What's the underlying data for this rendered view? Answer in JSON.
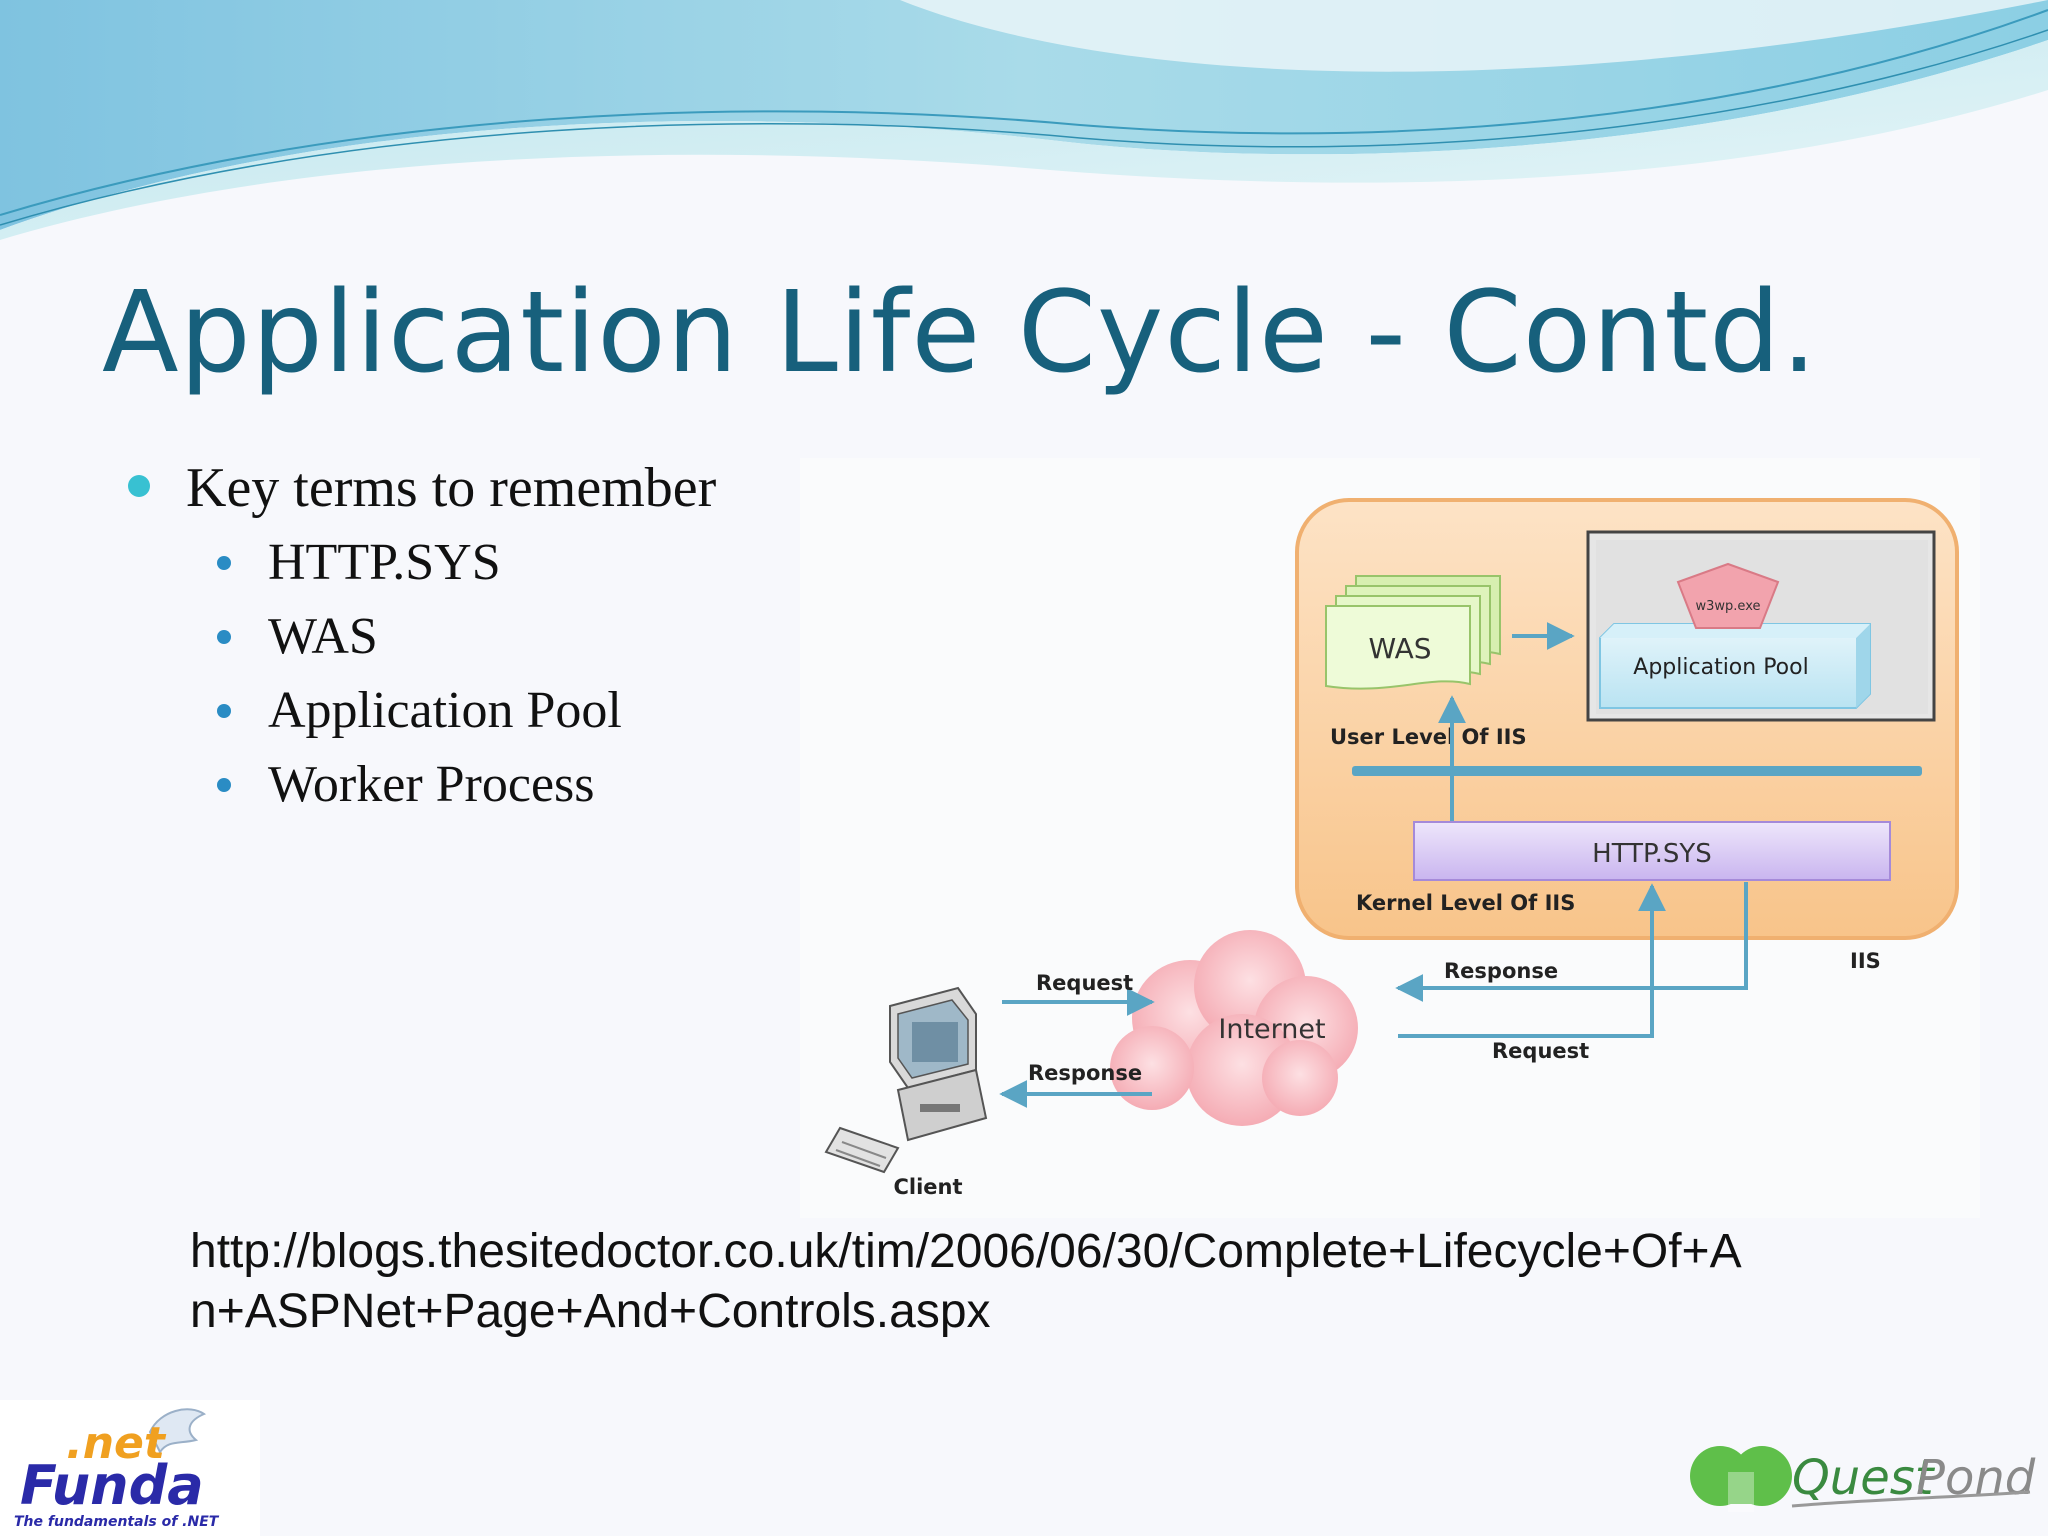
{
  "slide": {
    "title": "Application Life Cycle - Contd.",
    "bullet_main": "Key terms to remember",
    "sub_bullets": [
      "HTTP.SYS",
      "WAS",
      "Application Pool",
      "Worker Process"
    ],
    "url_line1": "http://blogs.thesitedoctor.co.uk/tim/2006/06/30/Complete+Lifecycle+Of+A",
    "url_line2": "n+ASPNet+Page+And+Controls.aspx"
  },
  "diagram": {
    "was": "WAS",
    "w3wp": "w3wp.exe",
    "app_pool": "Application Pool",
    "user_level": "User Level Of IIS",
    "http_sys": "HTTP.SYS",
    "kernel_level": "Kernel Level Of IIS",
    "iis": "IIS",
    "internet": "Internet",
    "request_left": "Request",
    "response_left": "Response",
    "response_right": "Response",
    "request_right": "Request",
    "client": "Client"
  },
  "logos": {
    "left_net": ".net",
    "left_funda": "Funda",
    "left_tagline": "The fundamentals of .NET",
    "right_quest": "Quest",
    "right_pond": "Pond"
  },
  "colors": {
    "title": "#17607c",
    "bullet_l1": "#38c1d2",
    "bullet_l2": "#2a8cc4",
    "iis_box": "#f9c98e",
    "http_sys_box": "#d8c8f4",
    "cloud": "#f6b7bd",
    "arrow": "#5aa5c4"
  }
}
